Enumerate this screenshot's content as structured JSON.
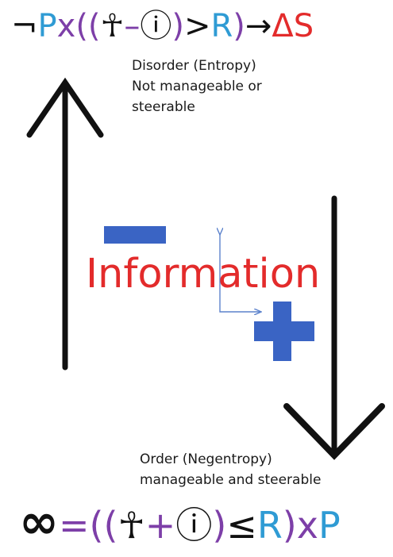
{
  "top_formula": {
    "not": "¬",
    "p": "P",
    "times": "x",
    "paren_open": "((",
    "ankh": "☥",
    "op": "–",
    "info": "ⓘ",
    "paren_close": ")",
    "relation": ">",
    "r": "R",
    "paren_close_2": ")",
    "arrow": "→",
    "delta_s": "ΔS"
  },
  "top_caption": [
    "Disorder (Entropy)",
    "Not manageable or",
    "steerable"
  ],
  "center_label": "Information",
  "bottom_caption": [
    "Order (Negentropy)",
    "manageable and steerable"
  ],
  "bottom_formula": {
    "infinity": "∞",
    "equals": "=",
    "paren_open": "((",
    "ankh": "☥",
    "op": "+",
    "info": "ⓘ",
    "paren_close": ")",
    "relation": "≤",
    "r": "R",
    "paren_close_2": ")",
    "times": "x",
    "p": "P"
  },
  "colors": {
    "blue": "#2f9bd4",
    "purple": "#7d3fa8",
    "red": "#e32b2b",
    "black": "#111111",
    "shape_blue": "#3a64c4",
    "connector": "#5c82cc"
  },
  "icons": [
    "up-arrow",
    "down-arrow",
    "minus-shape",
    "plus-shape",
    "connector-arrow"
  ]
}
